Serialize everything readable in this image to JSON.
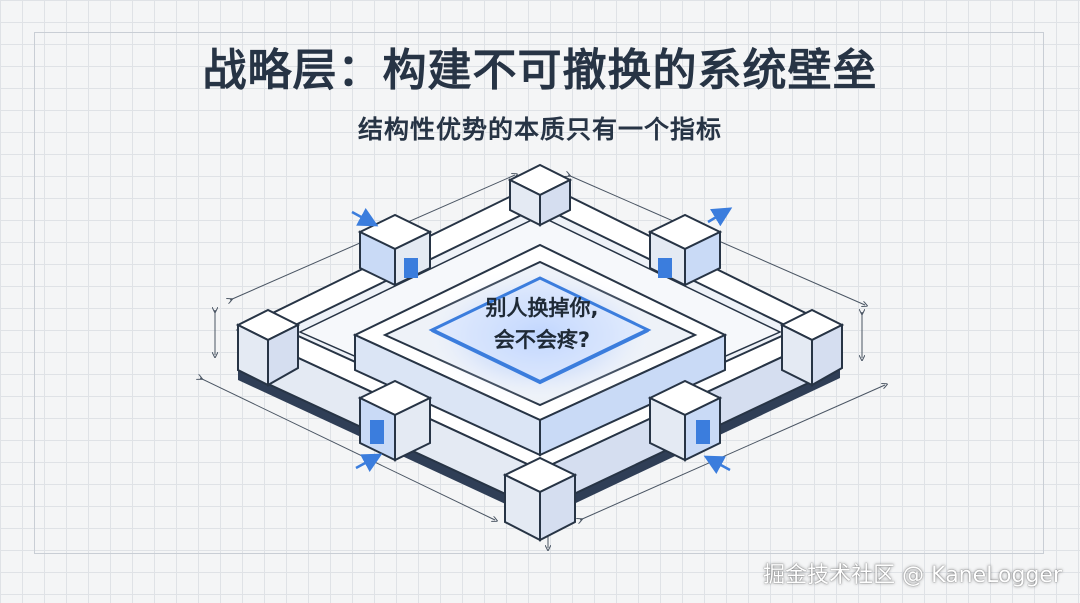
{
  "title": "战略层：构建不可撤换的系统壁垒",
  "subtitle": "结构性优势的本质只有一个指标",
  "center_label_line1": "别人换掉你,",
  "center_label_line2": "会不会疼?",
  "watermark": "掘金技术社区 @ KaneLogger",
  "colors": {
    "ink": "#273445",
    "accent": "#3b7ddd",
    "wall_fill": "#e8edf5",
    "wall_fill_blue": "#c9daf6",
    "grid": "#dfe2e6",
    "glow": "#6aa0ff"
  }
}
